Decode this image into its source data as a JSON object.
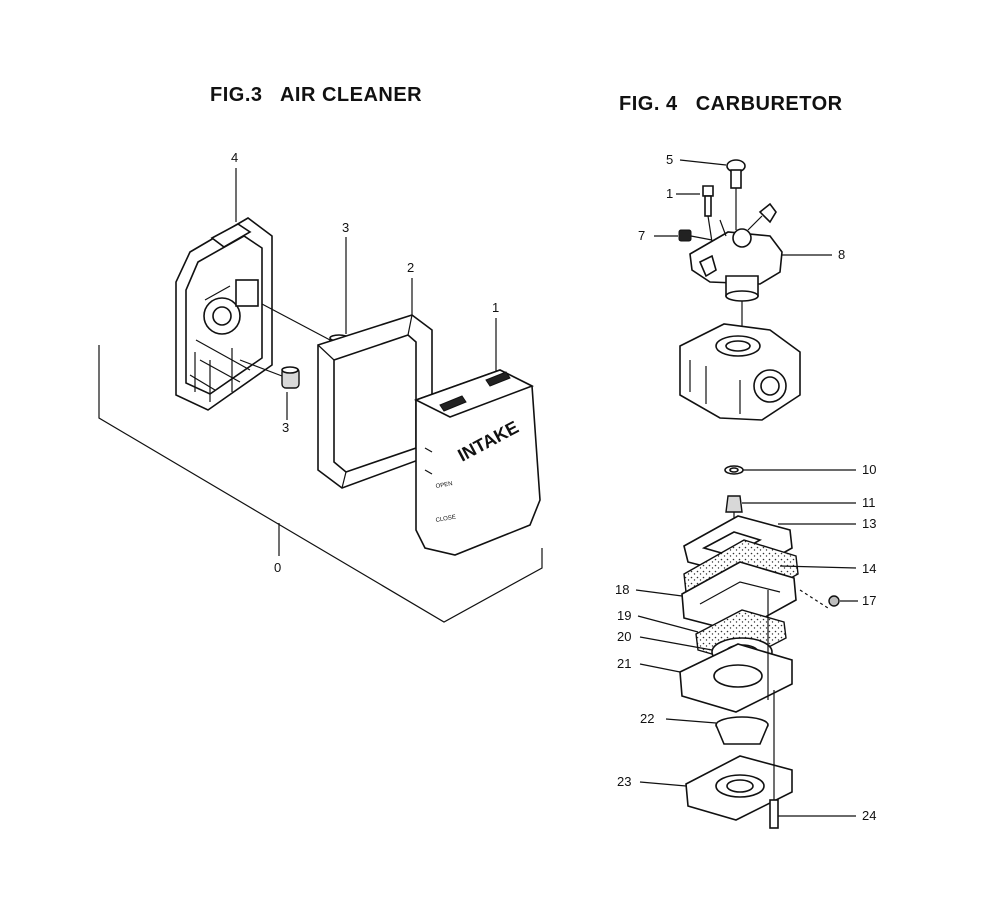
{
  "figures": {
    "fig3": {
      "title": "FIG.3   AIR CLEANER",
      "intake_text": "INTAKE",
      "cover_marks": [
        "OPEN",
        "CLOSE"
      ],
      "callouts": [
        "4",
        "3",
        "2",
        "1",
        "3",
        "0"
      ]
    },
    "fig4": {
      "title": "FIG. 4   CARBURETOR",
      "callouts": [
        "5",
        "1",
        "7",
        "8",
        "10",
        "11",
        "13",
        "14",
        "18",
        "17",
        "19",
        "20",
        "21",
        "22",
        "23",
        "24"
      ]
    }
  }
}
